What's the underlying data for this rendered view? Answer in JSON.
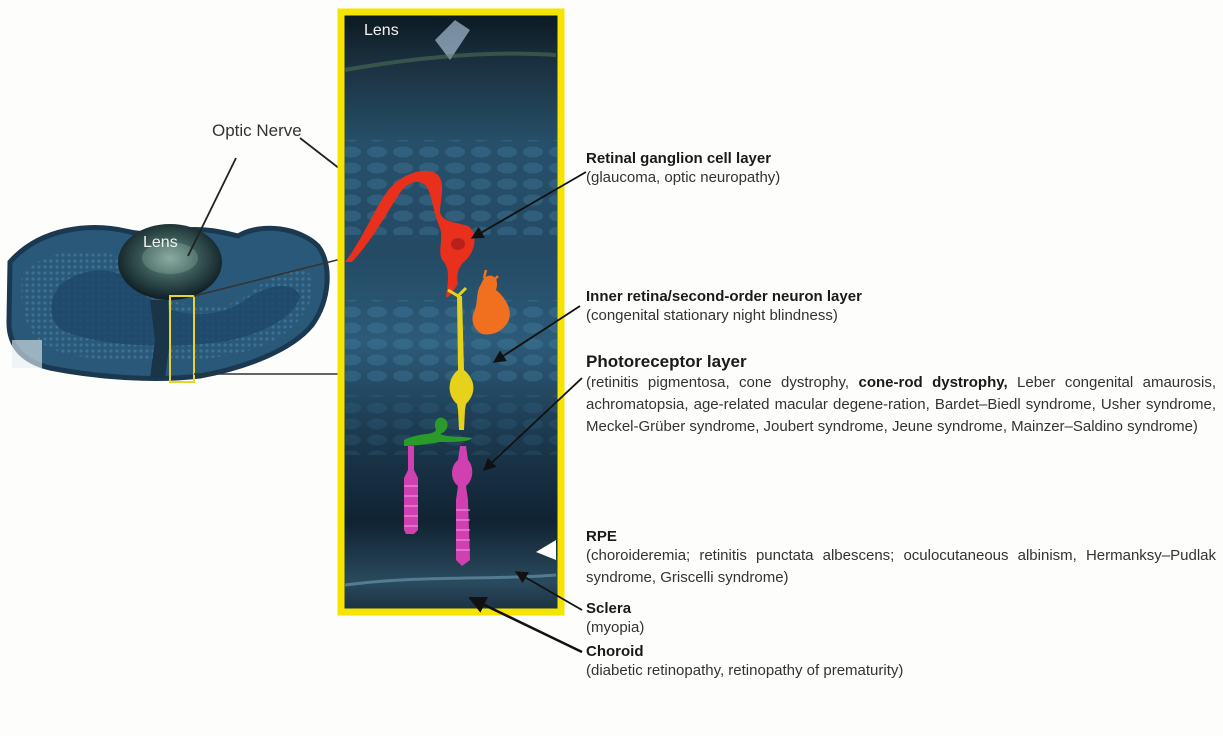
{
  "eye_section": {
    "lens_label": "Lens",
    "optic_nerve_label": "Optic Nerve"
  },
  "retina_panel": {
    "lens_label": "Lens",
    "border_color": "#f5e400",
    "ganglion_color": "#e8301c",
    "bipolar_color": "#e6d21a",
    "horizontal_color": "#f07020",
    "amacrine_color": "#2a9a2a",
    "photoreceptor_color": "#d040b0"
  },
  "layers": [
    {
      "title": "Retinal ganglion cell layer",
      "diseases": "(glaucoma, optic neuropathy)"
    },
    {
      "title": "Inner retina/second-order neuron layer",
      "diseases": "(congenital stationary night blindness)"
    },
    {
      "title": "Photoreceptor layer",
      "diseases_before": "(retinitis pigmentosa, cone dystrophy, ",
      "diseases_bold": "cone-rod dystrophy,",
      "diseases_after": " Leber congenital amaurosis, achromatopsia, age-related macular degene-ration, Bardet–Biedl syndrome, Usher syndrome, Meckel-Grüber syndrome, Joubert syndrome, Jeune syndrome, Mainzer–Saldino syndrome)"
    },
    {
      "title": "RPE",
      "diseases": "(choroideremia; retinitis punctata albescens; oculocutaneous albinism, Hermanksy–Pudlak syndrome, Griscelli syndrome)"
    },
    {
      "title": "Sclera",
      "diseases": "(myopia)"
    },
    {
      "title": "Choroid",
      "diseases": "(diabetic retinopathy, retinopathy of prematurity)"
    }
  ]
}
